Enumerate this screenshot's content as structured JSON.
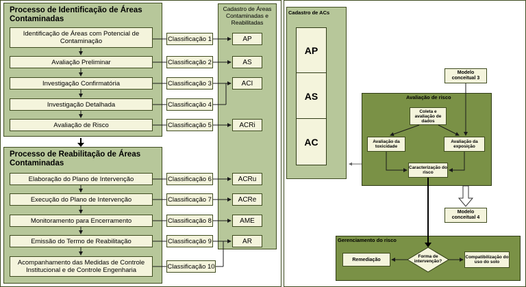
{
  "left": {
    "id_title": "Processo de Identificação de Áreas Contaminadas",
    "reab_title": "Processo de Reabilitação de Áreas Contaminadas",
    "cadastro_title": "Cadastro de Áreas Contaminadas e Reabilitadas",
    "id_steps": [
      {
        "step": "Identificação de Áreas com Potencial de Contaminação",
        "class": "Classificação 1",
        "code": "AP"
      },
      {
        "step": "Avaliação Preliminar",
        "class": "Classificação 2",
        "code": "AS"
      },
      {
        "step": "Investigação Confirmatória",
        "class": "Classificação 3",
        "code": "ACI"
      },
      {
        "step": "Investigação Detalhada",
        "class": "Classificação 4",
        "code": ""
      },
      {
        "step": "Avaliação de Risco",
        "class": "Classificação 5",
        "code": "ACRi"
      }
    ],
    "reab_steps": [
      {
        "step": "Elaboração do Plano de Intervenção",
        "class": "Classificação 6",
        "code": "ACRu"
      },
      {
        "step": "Execução do Plano de Intervenção",
        "class": "Classificação 7",
        "code": "ACRe"
      },
      {
        "step": "Monitoramento para Encerramento",
        "class": "Classificação 8",
        "code": "AME"
      },
      {
        "step": "Emissão do Termo de Reabilitação",
        "class": "Classificação 9",
        "code": "AR"
      },
      {
        "step": "Acompanhamento das Medidas de Controle Institucional e de Controle Engenharia",
        "class": "Classificação 10",
        "code": ""
      }
    ]
  },
  "right": {
    "cadastro_title": "Cadastro de ACs",
    "cadastro_codes": [
      "AP",
      "AS",
      "AC"
    ],
    "modelo3": "Modelo conceitual 3",
    "modelo4": "Modelo conceitual 4",
    "avaliacao_title": "Avaliação de risco",
    "coleta": "Coleta e avaliação de dados",
    "toxicidade": "Avaliação da toxicidade",
    "exposicao": "Avaliação da exposição",
    "caracterizacao": "Caracterização do risco",
    "gerenciamento_title": "Gerenciamento do risco",
    "remediacao": "Remediação",
    "forma": "Forma de intervenção?",
    "compatibilizacao": "Compatibilização do uso do solo"
  },
  "colors": {
    "panel": "#b7c79a",
    "box": "#f4f4dc",
    "dark_green": "#7a9146",
    "outline": "#3d4a1e"
  }
}
